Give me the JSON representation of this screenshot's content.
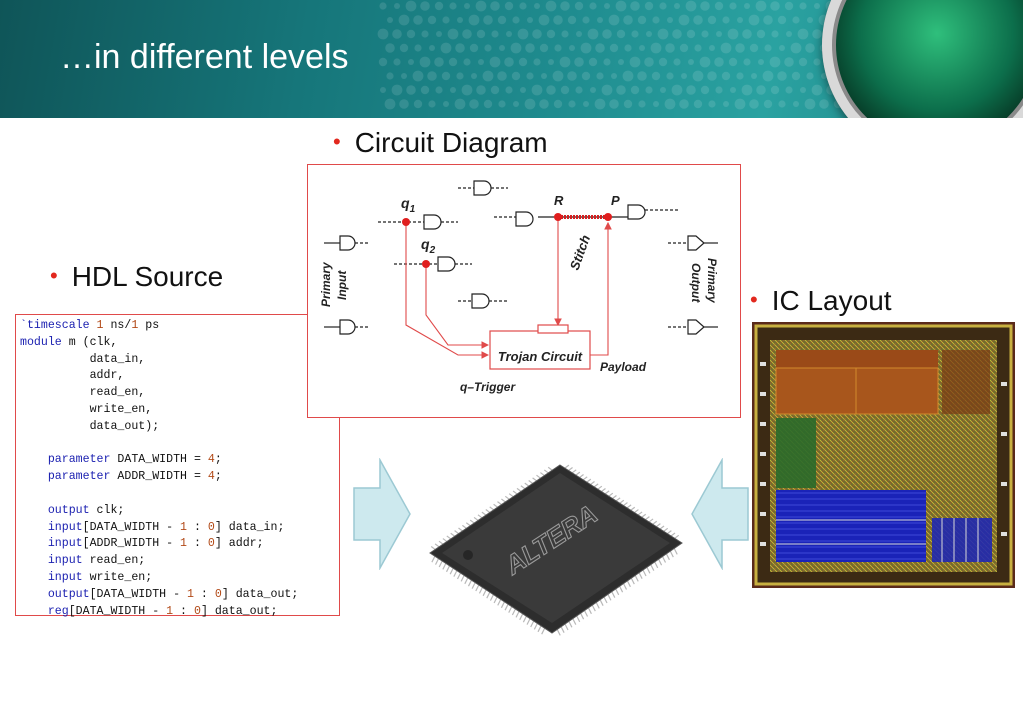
{
  "slide": {
    "title": "…in different levels",
    "bullets": {
      "circuit_diagram": "Circuit Diagram",
      "hdl_source": "HDL Source",
      "ic_layout": "IC Layout"
    }
  },
  "circuit": {
    "q1": "q",
    "q1_sub": "1",
    "q2": "q",
    "q2_sub": "2",
    "r": "R",
    "p": "P",
    "stitch": "Stitch",
    "trojan": "Trojan  Circuit",
    "payload": "Payload",
    "trigger": "q–Trigger",
    "primary_input_1": "Primary",
    "primary_input_2": "Input",
    "primary_output_1": "Primary",
    "primary_output_2": "Output"
  },
  "chip": {
    "brand": "ALTERA"
  },
  "hdl": {
    "lines": [
      "`timescale 1 ns/1 ps",
      "module m (clk,",
      "          data_in,",
      "          addr,",
      "          read_en,",
      "          write_en,",
      "          data_out);",
      "",
      "    parameter DATA_WIDTH = 4;",
      "    parameter ADDR_WIDTH = 4;",
      "",
      "    output clk;",
      "    input[DATA_WIDTH - 1 : 0] data_in;",
      "    input[ADDR_WIDTH - 1 : 0] addr;",
      "    input read_en;",
      "    input write_en;",
      "    output[DATA_WIDTH - 1 : 0] data_out;",
      "    reg[DATA_WIDTH - 1 : 0] data_out;"
    ]
  },
  "colors": {
    "accent_red": "#e2281e",
    "banner_teal": "#16767a",
    "arrow_fill": "#cde9ee"
  }
}
